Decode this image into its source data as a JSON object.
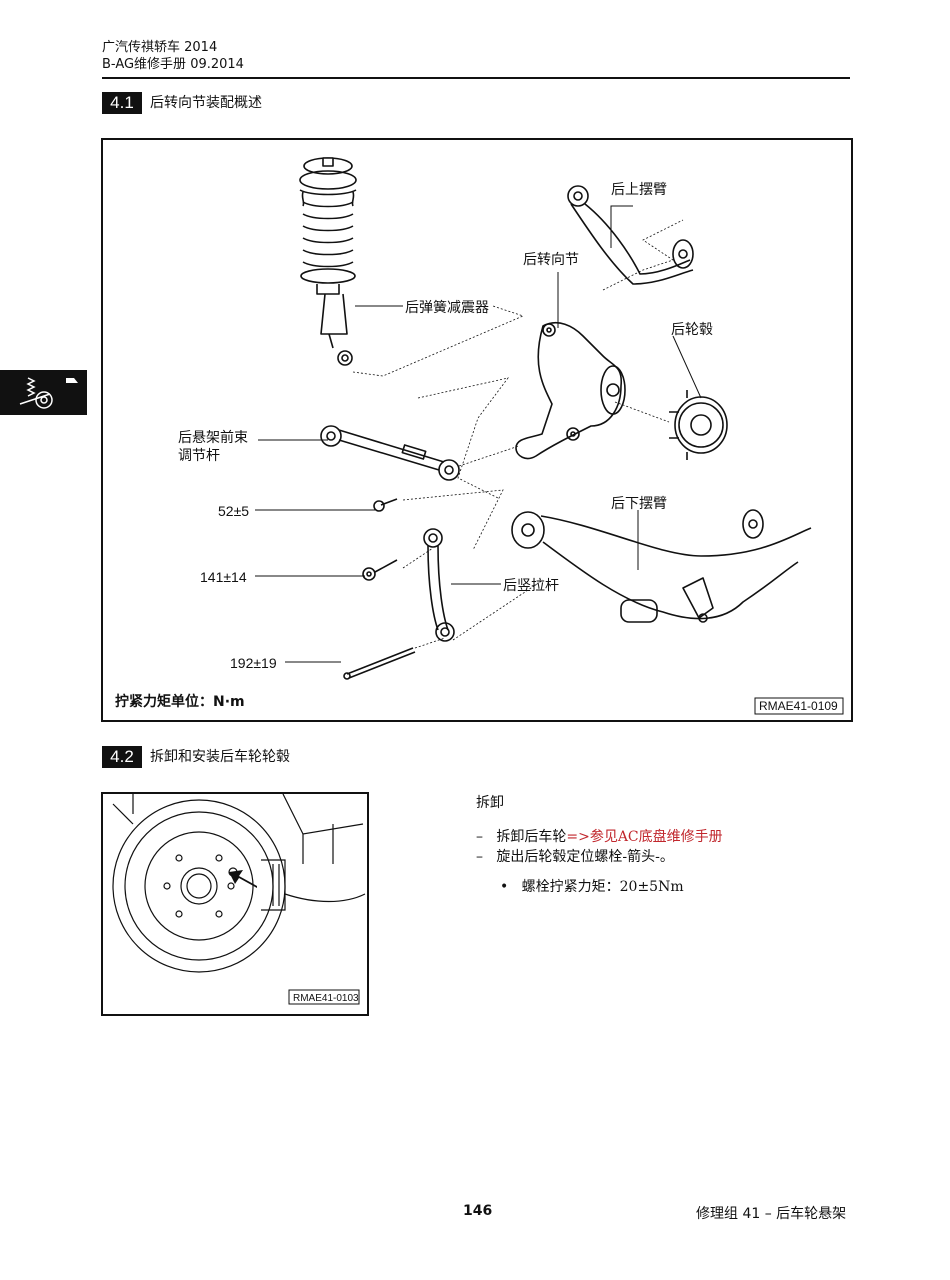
{
  "header": {
    "line1": "广汽传祺轿车 2014",
    "line2": "B-AG维修手册 09.2014"
  },
  "section1": {
    "number": "4.1",
    "title": "后转向节装配概述"
  },
  "figure1": {
    "labels": {
      "upper_arm": "后上摆臂",
      "knuckle": "后转向节",
      "shock": "后弹簧减震器",
      "hub": "后轮毂",
      "toe_link_1": "后悬架前束",
      "toe_link_2": "调节杆",
      "lower_arm": "后下摆臂",
      "vertical_link": "后竖拉杆",
      "torque_1": "52±5",
      "torque_2": "141±14",
      "torque_3": "192±19",
      "unit_note": "拧紧力矩单位：N·m"
    },
    "ref": "RMAE41-0109"
  },
  "section2": {
    "number": "4.2",
    "title": "拆卸和安装后车轮轮毂"
  },
  "figure2": {
    "ref": "RMAE41-0103"
  },
  "procedure": {
    "heading": "拆卸",
    "step1_prefix": "拆卸后车轮",
    "step1_link": "=>参见AC底盘维修手册",
    "step2": "旋出后轮毂定位螺栓-箭头-。",
    "bullet": "螺栓拧紧力矩：20±5Nm",
    "dash": "–",
    "dot": "•"
  },
  "footer": {
    "page": "146",
    "chapter": "修理组 41 – 后车轮悬架"
  }
}
